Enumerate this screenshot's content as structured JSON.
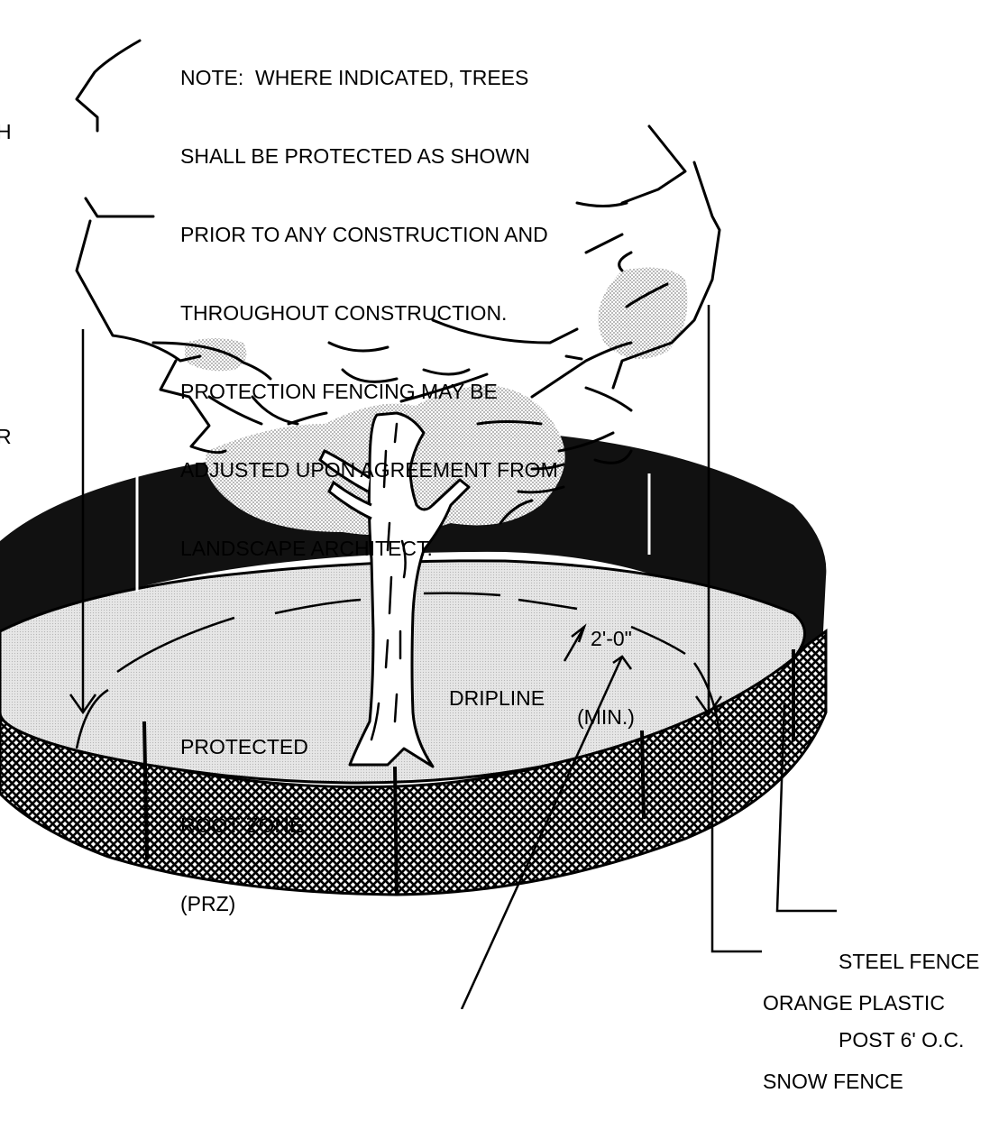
{
  "note": {
    "lines": [
      "NOTE:  WHERE INDICATED, TREES",
      "SHALL BE PROTECTED AS SHOWN",
      "PRIOR TO ANY CONSTRUCTION AND",
      "THROUGHOUT CONSTRUCTION.",
      "PROTECTION FENCING MAY BE",
      "ADJUSTED UPON AGREEMENT FROM",
      "LANDSCAPE ARCHITECT."
    ]
  },
  "labels": {
    "prz": [
      "PROTECTED",
      "ROOT ZONE",
      "(PRZ)"
    ],
    "dripline": "DRIPLINE",
    "offset": [
      "2'-0\"",
      "(MIN.)"
    ],
    "steel_post": [
      "STEEL FENCE",
      "POST 6' O.C."
    ],
    "snow_fence": [
      "ORANGE PLASTIC",
      "SNOW FENCE"
    ]
  },
  "edge_fragments": {
    "left": [
      "H",
      "R"
    ]
  },
  "colors": {
    "ground": "#dcdcdc",
    "fence_dark": "#101010",
    "ink": "#000000",
    "canopy_stipple": "#9a9a9a"
  }
}
